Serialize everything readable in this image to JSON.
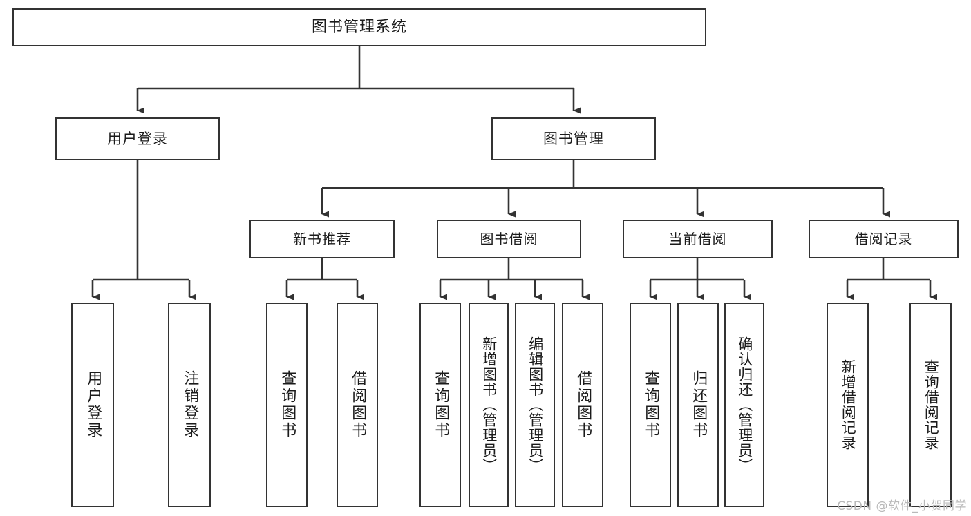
{
  "diagram": {
    "title": "图书管理系统",
    "type": "tree-hierarchy-diagram",
    "watermark": "CSDN @软件_小贺同学",
    "root": {
      "label": "图书管理系统"
    },
    "level2": [
      {
        "label": "用户登录"
      },
      {
        "label": "图书管理"
      }
    ],
    "level3": [
      {
        "label": "新书推荐"
      },
      {
        "label": "图书借阅"
      },
      {
        "label": "当前借阅"
      },
      {
        "label": "借阅记录"
      }
    ],
    "leaves": {
      "user_login": [
        {
          "label": "用户登录"
        },
        {
          "label": "注销登录"
        }
      ],
      "new_book_recommend": [
        {
          "label": "查询图书"
        },
        {
          "label": "借阅图书"
        }
      ],
      "book_borrow": [
        {
          "label": "查询图书"
        },
        {
          "label": "新增图书（管理员）"
        },
        {
          "label": "编辑图书（管理员）"
        },
        {
          "label": "借阅图书"
        }
      ],
      "current_borrow": [
        {
          "label": "查询图书"
        },
        {
          "label": "归还图书"
        },
        {
          "label": "确认归还（管理员）"
        }
      ],
      "borrow_record": [
        {
          "label": "新增借阅记录"
        },
        {
          "label": "查询借阅记录"
        }
      ]
    },
    "colors": {
      "border": "#333333",
      "background": "#ffffff",
      "text": "#1b1b1b",
      "watermark": "#b9b9b9"
    }
  }
}
